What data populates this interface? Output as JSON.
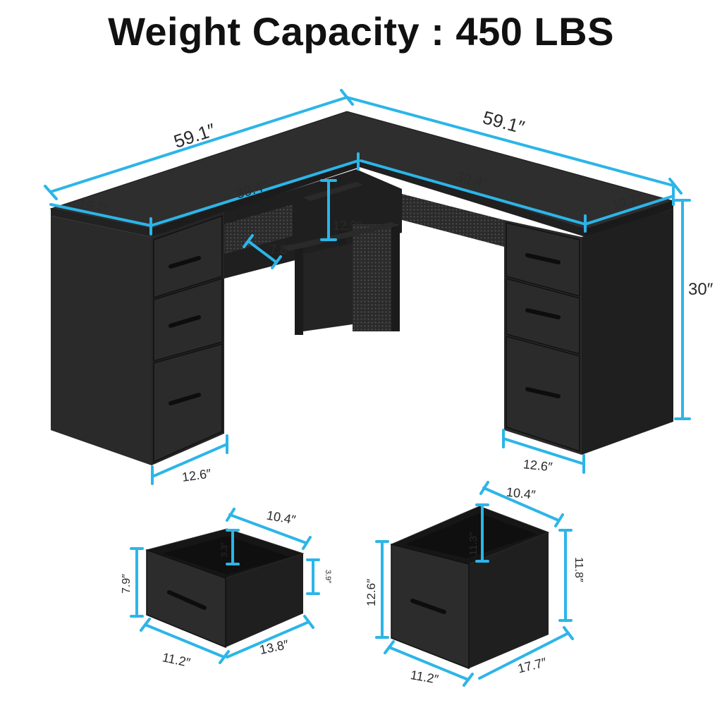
{
  "title": "Weight Capacity : 450 LBS",
  "colors": {
    "dimension_line": "#2cb5e8",
    "desk_body": "#262626",
    "desk_top": "#2e2e2e",
    "mesh": "#3a3a3a",
    "handle": "#0d0d0d"
  },
  "dimensions": {
    "desk_left_length": "59.1″",
    "desk_right_length": "59.1″",
    "desk_left_depth": "19.7″",
    "desk_right_depth": "19.7″",
    "inner_left_length": "39.4″",
    "inner_right_length": "39.4″",
    "shelf_height": "12.9″",
    "shelf_depth": "7.8″",
    "desk_height": "30″",
    "left_pedestal_width": "12.6″",
    "right_pedestal_width": "12.6″",
    "small_drawer_width": "10.4″",
    "small_drawer_inner_height": "3.3″",
    "small_drawer_front_height": "7.9″",
    "small_drawer_side_height": "3.9″",
    "small_drawer_front_width": "11.2″",
    "small_drawer_depth": "13.8″",
    "file_drawer_width": "10.4″",
    "file_drawer_inner_height": "11.3″",
    "file_drawer_front_height": "12.6″",
    "file_drawer_side_height": "11.8″",
    "file_drawer_front_width": "11.2″",
    "file_drawer_depth": "17.7″"
  }
}
